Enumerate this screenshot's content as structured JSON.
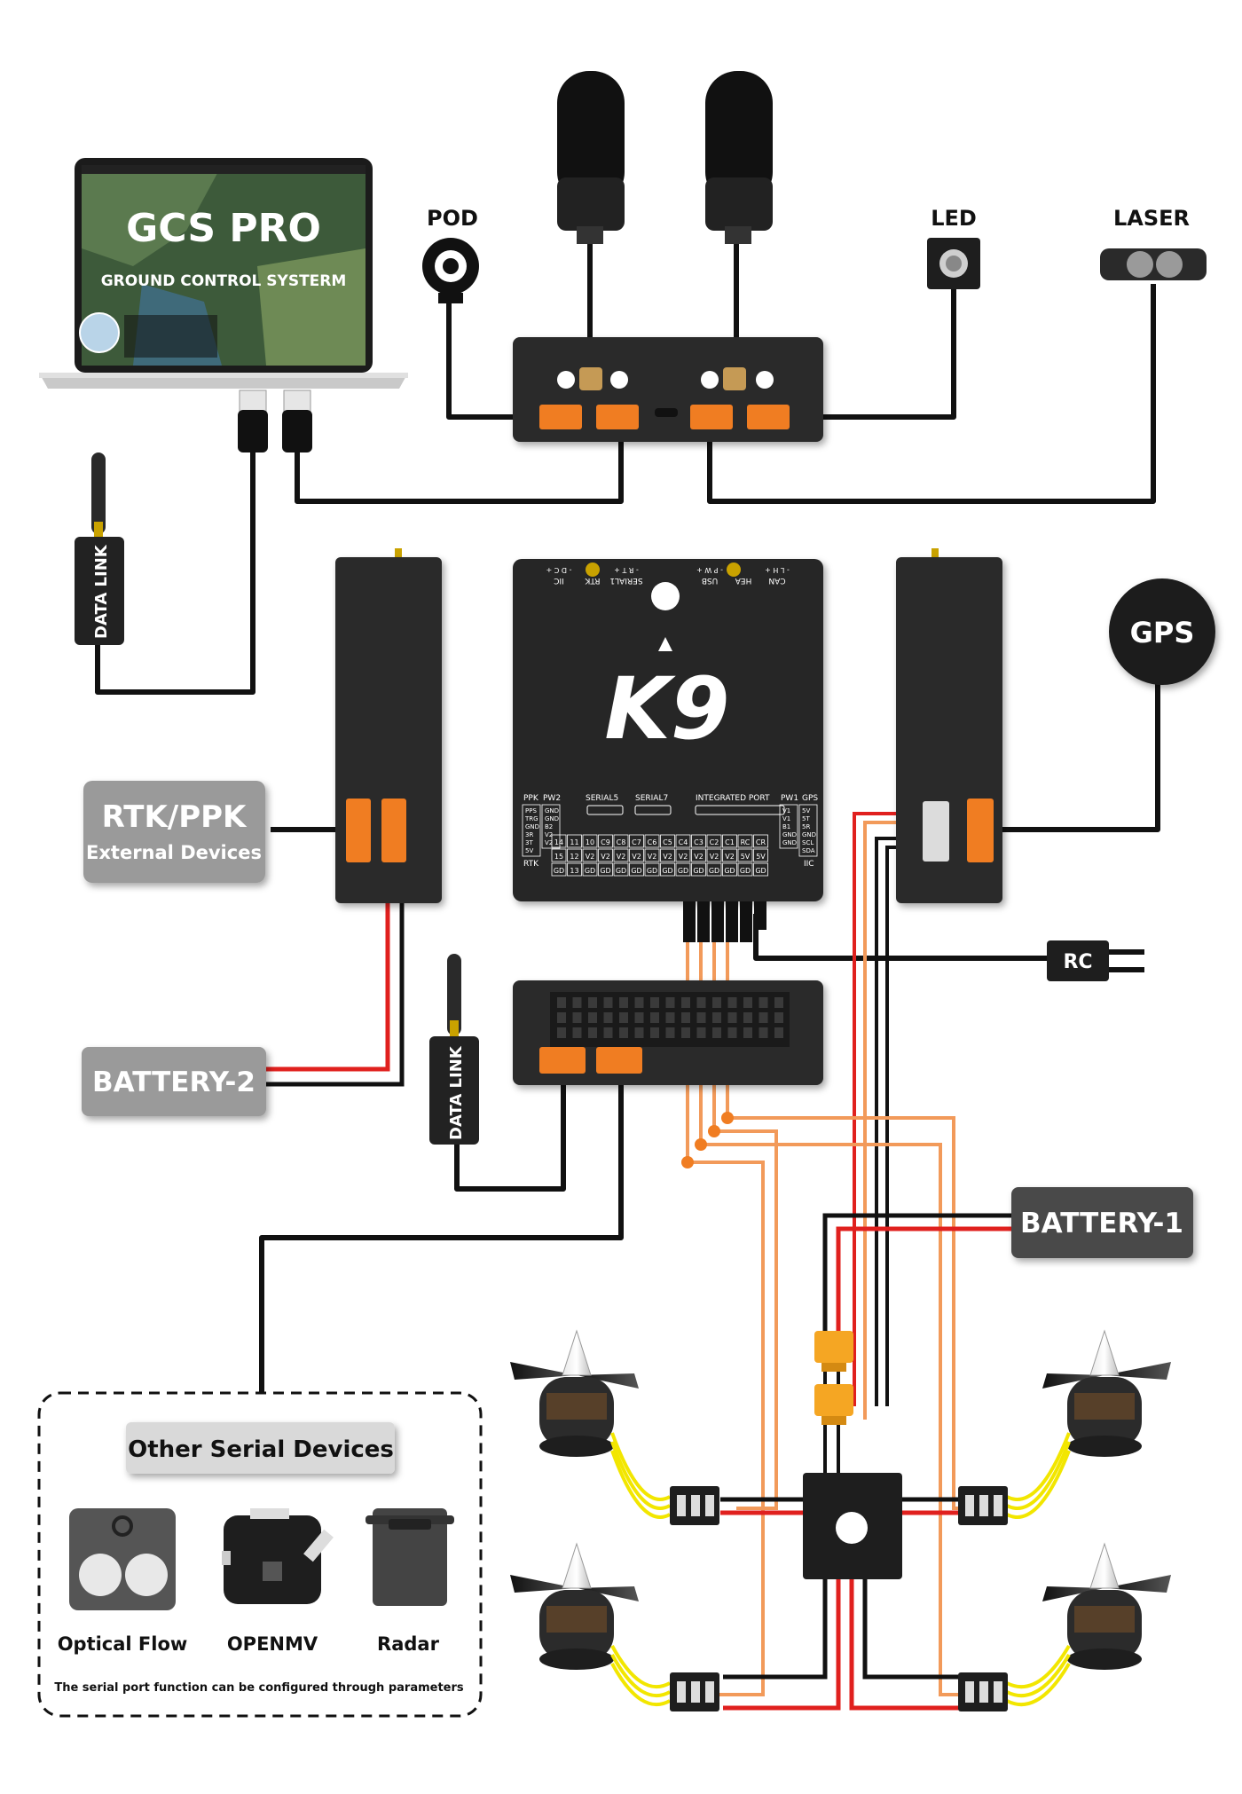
{
  "laptop": {
    "title": "GCS PRO",
    "subtitle": "GROUND CONTROL SYSTERM"
  },
  "labels": {
    "pod": "POD",
    "led": "LED",
    "laser": "LASER",
    "gps": "GPS",
    "rc": "RC",
    "data_link_top": "DATA LINK",
    "data_link_bottom": "DATA LINK",
    "rtk_title": "RTK/PPK",
    "rtk_sub": "External Devices",
    "battery2": "BATTERY-2",
    "battery1": "BATTERY-1"
  },
  "controller": {
    "name": "K9",
    "top_ports": [
      "IIC",
      "RTK",
      "SERIAL1",
      "USB",
      "HEA",
      "CAN"
    ],
    "pin_labels": [
      "- D C +",
      "- R T +",
      "- P W +",
      "- L H +"
    ],
    "left_small": [
      "PPK",
      "PW2"
    ],
    "mid_labels": [
      "SERIAL5",
      "SERIAL7",
      "INTEGRATED PORT"
    ],
    "right_small": [
      "PW1",
      "GPS"
    ],
    "pps_col": [
      "PPS",
      "TRG",
      "GND",
      "3R",
      "3T",
      "5V"
    ],
    "gnd_col": [
      "GND",
      "GND",
      "B2",
      "V2",
      "V2"
    ],
    "rtk": "RTK",
    "pw1_col": [
      "V1",
      "V1",
      "B1",
      "GND",
      "GND"
    ],
    "gps_col": [
      "5V",
      "5T",
      "5R",
      "GND",
      "SCL",
      "SDA"
    ],
    "iic": "IIC",
    "out_row1": [
      "14",
      "11",
      "10",
      "C9",
      "C8",
      "C7",
      "C6",
      "C5",
      "C4",
      "C3",
      "C2",
      "C1",
      "RC",
      "CR"
    ],
    "out_row2": [
      "15",
      "12",
      "V2",
      "V2",
      "V2",
      "V2",
      "V2",
      "V2",
      "V2",
      "V2",
      "V2",
      "V2",
      "5V",
      "5V"
    ],
    "out_row3": [
      "GD",
      "13",
      "GD",
      "GD",
      "GD",
      "GD",
      "GD",
      "GD",
      "GD",
      "GD",
      "GD",
      "GD",
      "GD",
      "GD"
    ]
  },
  "other_devices": {
    "title": "Other Serial Devices",
    "items": [
      "Optical Flow",
      "OPENMV",
      "Radar"
    ],
    "note": "The serial port function can be configured through parameters"
  },
  "colors": {
    "module_body": "#2b2b2b",
    "connector_orange": "#f07d22",
    "wire_red": "#e0201e",
    "wire_orange": "#f29a5a",
    "label_gray": "#9a9a9a",
    "label_dark": "#4a4a4a",
    "xt_yellow": "#f5a623"
  }
}
